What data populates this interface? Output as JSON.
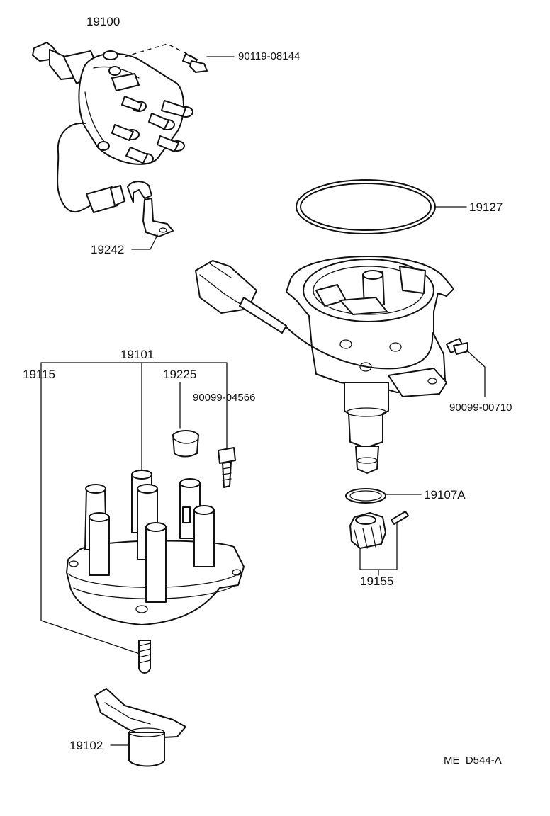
{
  "diagram": {
    "callouts": {
      "distributor_assy": "19100",
      "screw_90119": "90119-08144",
      "clamp": "19242",
      "gasket_ring": "19127",
      "bolt_90099_00710": "90099-00710",
      "cap_assy": "19101",
      "carbon": "19115",
      "holder": "19225",
      "screw_90099_04566": "90099-04566",
      "o_ring": "19107A",
      "gear_set": "19155",
      "rotor": "19102"
    },
    "drawing_code": "ME  D544-A"
  }
}
